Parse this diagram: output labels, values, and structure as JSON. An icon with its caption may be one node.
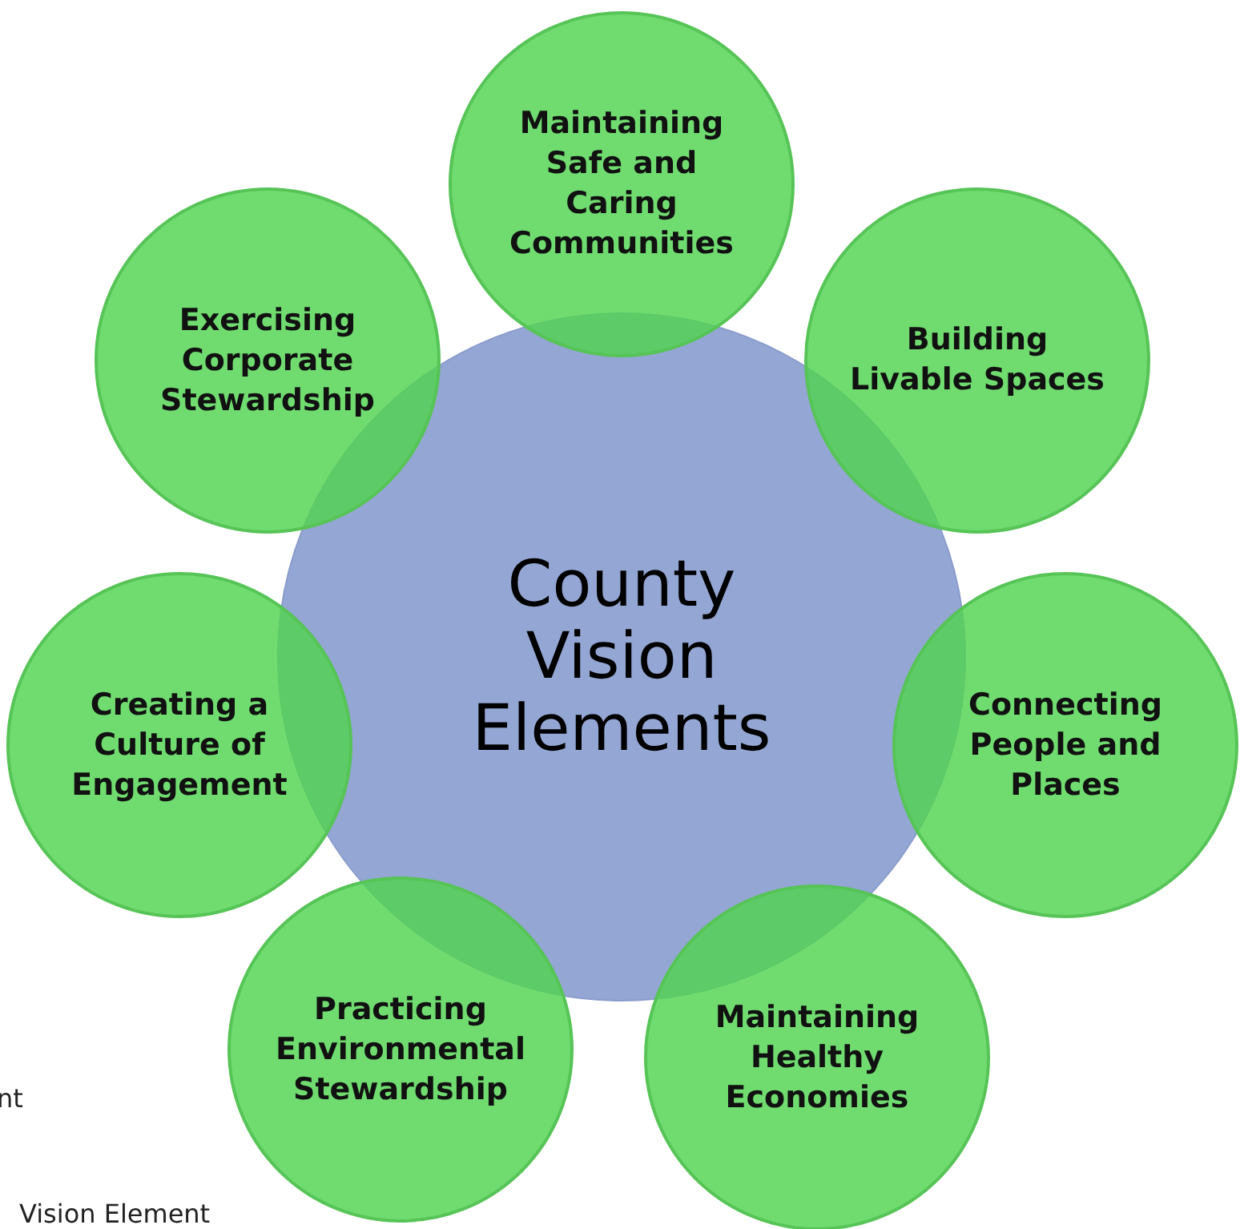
{
  "diagram": {
    "nodes": [
      {
        "text": [
          "County Vision Elements"
        ]
      },
      {
        "text": [
          "Maintaining Safe and Caring Communities"
        ]
      },
      {
        "text": [
          "Building Livable Spaces"
        ]
      },
      {
        "text": [
          "Connecting People and Places"
        ]
      },
      {
        "text": [
          "Maintaining Healthy Economies"
        ]
      },
      {
        "text": [
          "Practicing Environmental Stewardship"
        ]
      },
      {
        "text": [
          "Creating a Culture of Engagement"
        ]
      },
      {
        "text": [
          "Exercising Corporate Stewardship"
        ]
      }
    ],
    "labels": [
      "nt",
      "Vision Element"
    ]
  }
}
